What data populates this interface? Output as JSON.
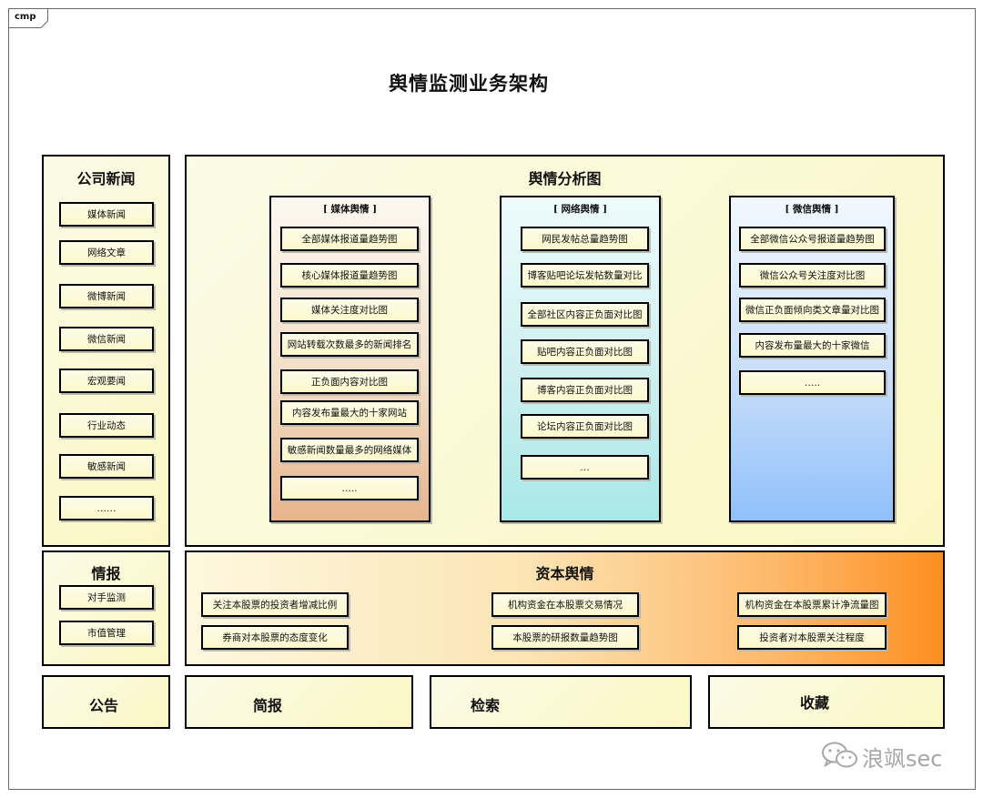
{
  "frame_tag": "cmp",
  "title": "舆情监测业务架构",
  "company_news": {
    "title": "公司新闻",
    "items": [
      "媒体新闻",
      "网络文章",
      "微博新闻",
      "微信新闻",
      "宏观要闻",
      "行业动态",
      "敏感新闻",
      "……"
    ]
  },
  "analysis": {
    "title": "舆情分析图",
    "columns": [
      {
        "title": "[ 媒体舆情 ]",
        "items": [
          "全部媒体报道量趋势图",
          "核心媒体报道量趋势图",
          "媒体关注度对比图",
          "网站转载次数最多的新闻排名",
          "正负面内容对比图",
          "内容发布量最大的十家网站",
          "敏感新闻数量最多的网络媒体",
          "….."
        ]
      },
      {
        "title": "[ 网络舆情 ]",
        "items": [
          "网民发帖总量趋势图",
          "博客贴吧论坛发帖数量对比",
          "全部社区内容正负面对比图",
          "贴吧内容正负面对比图",
          "博客内容正负面对比图",
          "论坛内容正负面对比图",
          "…"
        ]
      },
      {
        "title": "[ 微信舆情 ]",
        "items": [
          "全部微信公众号报道量趋势图",
          "微信公众号关注度对比图",
          "微信正负面倾向类文章量对比图",
          "内容发布量最大的十家微信",
          "….."
        ]
      }
    ]
  },
  "intel": {
    "title": "情报",
    "items": [
      "对手监测",
      "市值管理"
    ]
  },
  "capital": {
    "title": "资本舆情",
    "items": [
      "关注本股票的投资者增减比例",
      "券商对本股票的态度变化",
      "机构资金在本股票交易情况",
      "本股票的研报数量趋势图",
      "机构资金在本股票累计净流量图",
      "投资者对本股票关注程度"
    ]
  },
  "bottom": {
    "announcement": "公告",
    "brief": "简报",
    "search": "检索",
    "favorites": "收藏"
  },
  "watermark": "浪飒sec"
}
